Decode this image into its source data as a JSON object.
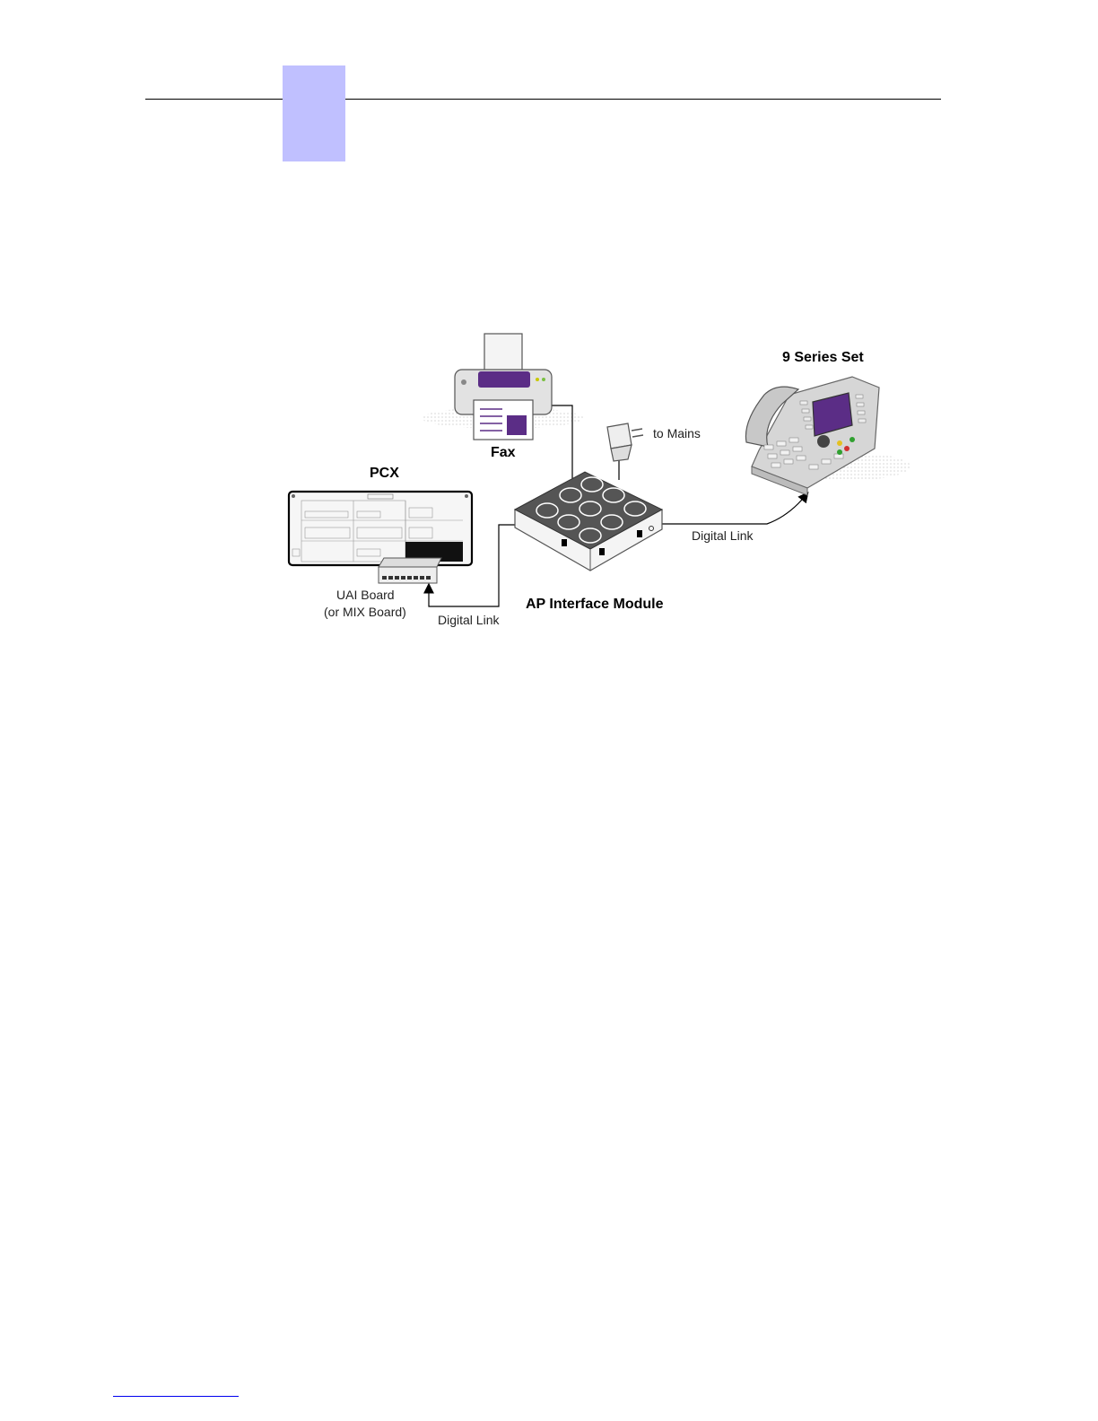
{
  "page": {
    "accent_color": "#c0c0ff",
    "footer_link_color": "#0000ee"
  },
  "diagram": {
    "labels": {
      "fax": "Fax",
      "pcx": "PCX",
      "nine_series": "9 Series Set",
      "to_mains": "to Mains",
      "digital_link_right": "Digital Link",
      "digital_link_left": "Digital Link",
      "uai_board": "UAI Board",
      "or_mix_board": "(or MIX Board)",
      "ap_module": "AP Interface Module"
    },
    "colors": {
      "purple": "#5b2d86",
      "device_grey": "#d8d8d8",
      "device_outline": "#555555",
      "wire": "#000000"
    },
    "icons": {
      "fax": "fax-printer-icon",
      "pcx": "pcx-cabinet-icon",
      "phone": "desk-phone-icon",
      "adapter": "power-adapter-icon",
      "module": "ap-interface-module-icon"
    }
  }
}
